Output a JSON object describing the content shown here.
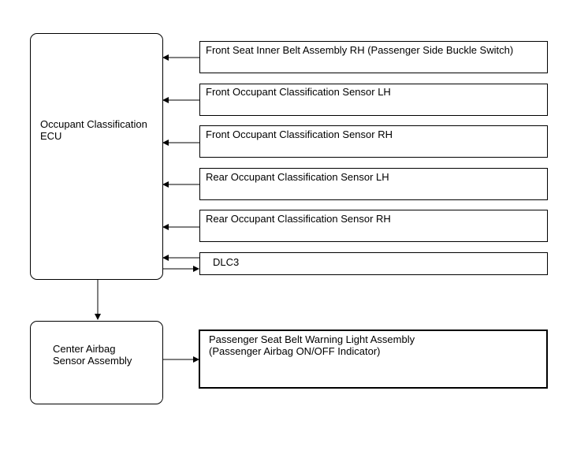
{
  "ecu_label": "Occupant Classification\nECU",
  "airbag_label": "Center Airbag\nSensor Assembly",
  "inputs": [
    "Front Seat Inner Belt Assembly RH (Passenger Side Buckle Switch)",
    "Front Occupant Classification Sensor LH",
    "Front Occupant Classification Sensor RH",
    "Rear Occupant Classification Sensor LH",
    "Rear Occupant Classification Sensor RH"
  ],
  "dlc_label": "DLC3",
  "indicator_label": "Passenger Seat Belt Warning Light Assembly\n(Passenger Airbag ON/OFF Indicator)"
}
